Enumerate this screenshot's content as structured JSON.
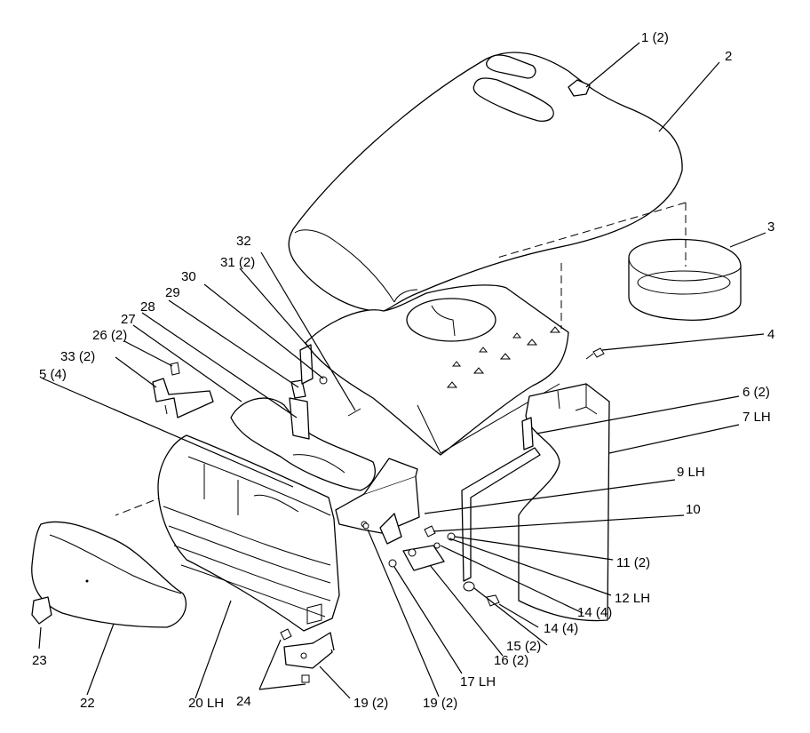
{
  "diagram": {
    "callouts": [
      {
        "id": "c1",
        "label": "1 (2)"
      },
      {
        "id": "c2",
        "label": "2"
      },
      {
        "id": "c3",
        "label": "3"
      },
      {
        "id": "c4",
        "label": "4"
      },
      {
        "id": "c6",
        "label": "6 (2)"
      },
      {
        "id": "c7",
        "label": "7 LH"
      },
      {
        "id": "c9",
        "label": "9 LH"
      },
      {
        "id": "c10",
        "label": "10"
      },
      {
        "id": "c11",
        "label": "11 (2)"
      },
      {
        "id": "c12",
        "label": "12 LH"
      },
      {
        "id": "c14a",
        "label": "14 (4)"
      },
      {
        "id": "c14b",
        "label": "14 (4)"
      },
      {
        "id": "c15",
        "label": "15 (2)"
      },
      {
        "id": "c16",
        "label": "16 (2)"
      },
      {
        "id": "c17",
        "label": "17 LH"
      },
      {
        "id": "c19a",
        "label": "19 (2)"
      },
      {
        "id": "c19b",
        "label": "19 (2)"
      },
      {
        "id": "c20",
        "label": "20 LH"
      },
      {
        "id": "c22",
        "label": "22"
      },
      {
        "id": "c23",
        "label": "23"
      },
      {
        "id": "c24",
        "label": "24"
      },
      {
        "id": "c5",
        "label": "5 (4)"
      },
      {
        "id": "c26",
        "label": "26 (2)"
      },
      {
        "id": "c27",
        "label": "27"
      },
      {
        "id": "c28",
        "label": "28"
      },
      {
        "id": "c29",
        "label": "29"
      },
      {
        "id": "c30",
        "label": "30"
      },
      {
        "id": "c31",
        "label": "31 (2)"
      },
      {
        "id": "c32",
        "label": "32"
      },
      {
        "id": "c33",
        "label": "33 (2)"
      }
    ]
  }
}
